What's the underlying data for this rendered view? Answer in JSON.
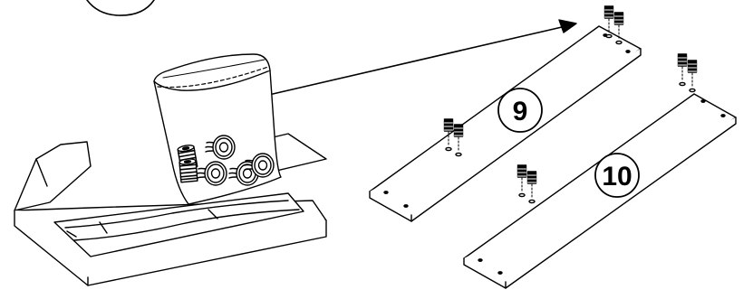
{
  "diagram": {
    "type": "assembly-instruction",
    "style": "black-line-art",
    "colors": {
      "line": "#000000",
      "background": "#ffffff"
    },
    "parts": [
      {
        "number": "9"
      },
      {
        "number": "10"
      }
    ],
    "hardware_bag": {
      "contents_icon": "threaded-insert-icon",
      "insert_count": 6
    },
    "pointer_arrow_icon": "arrow-right-icon"
  }
}
